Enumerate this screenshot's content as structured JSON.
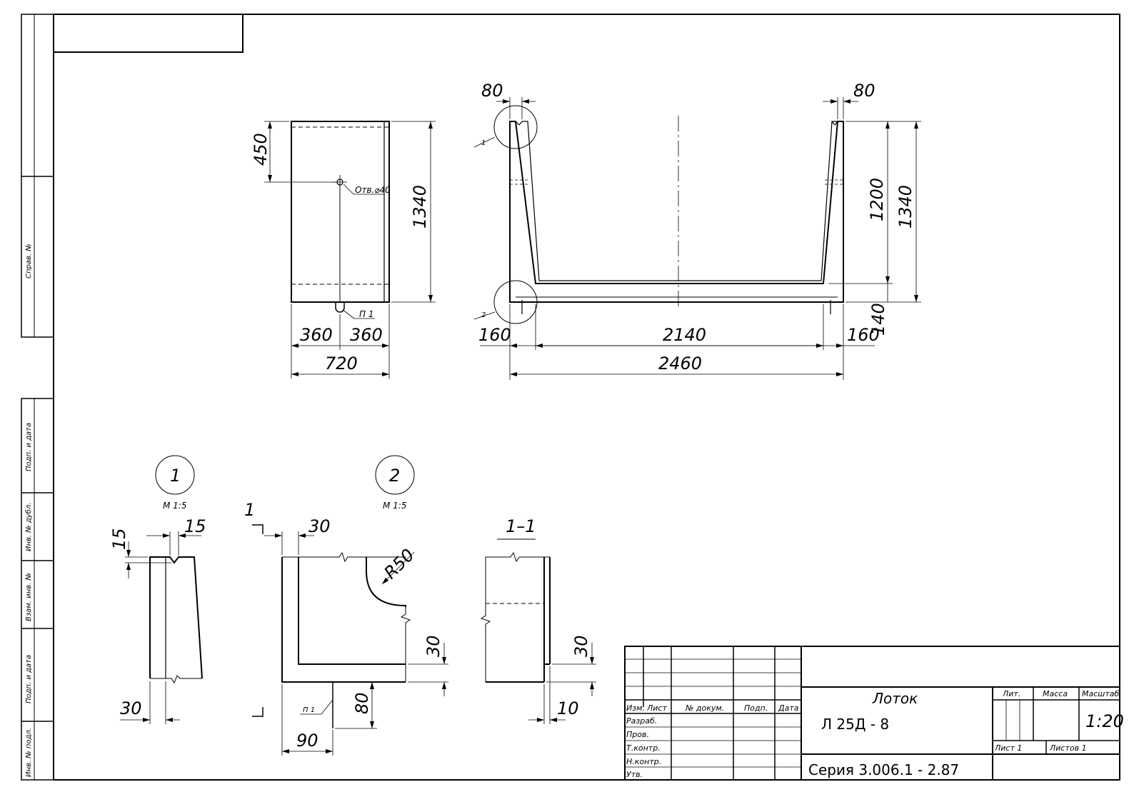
{
  "side_stamp": {
    "sprav": "Справ. №",
    "podp_data_1": "Подп. и дата",
    "inv_dubl": "Инв. № дубл.",
    "vzam_inv": "Взам. инв. №",
    "podp_data_2": "Подп. и дата",
    "inv_podl": "Инв. № подл."
  },
  "side_view": {
    "dim_450": "450",
    "dim_1340": "1340",
    "dim_360_left": "360",
    "dim_360_right": "360",
    "dim_720": "720",
    "hole_label": "Отв.⌀40",
    "p1_label": "П 1"
  },
  "front_view": {
    "dim_80_left": "80",
    "dim_80_right": "80",
    "dim_1200": "1200",
    "dim_1340": "1340",
    "dim_140": "140",
    "dim_160_left": "160",
    "dim_160_right": "160",
    "dim_2140": "2140",
    "dim_2460": "2460",
    "callout_1": "1",
    "callout_2": "2"
  },
  "detail_1": {
    "number": "1",
    "scale": "М 1:5",
    "dim_15_v": "15",
    "dim_15_h": "15",
    "dim_30": "30"
  },
  "detail_2": {
    "number": "2",
    "scale": "М 1:5",
    "cut_mark_top": "1",
    "dim_30_top": "30",
    "radius": "R50",
    "dim_30_right": "30",
    "dim_80": "80",
    "dim_90": "90",
    "p1_label": "П 1"
  },
  "section_1_1": {
    "title": "1–1",
    "dim_30": "30",
    "dim_10": "10"
  },
  "title_block": {
    "col_izm": "Изм.",
    "col_list": "Лист",
    "col_doc": "№ докум.",
    "col_podp": "Подп.",
    "col_data": "Дата",
    "row_razrab": "Разраб.",
    "row_prov": "Пров.",
    "row_tkontr": "Т.контр.",
    "row_nkontr": "Н.контр.",
    "row_utv": "Утв.",
    "name": "Лоток",
    "designation": "Л 25Д - 8",
    "series": "Серия 3.006.1 - 2.87",
    "lit_label": "Лит.",
    "massa_label": "Масса",
    "masshtab_label": "Масштаб",
    "scale_value": "1:20",
    "sheet_label": "Лист 1",
    "sheets_label": "Листов 1"
  }
}
